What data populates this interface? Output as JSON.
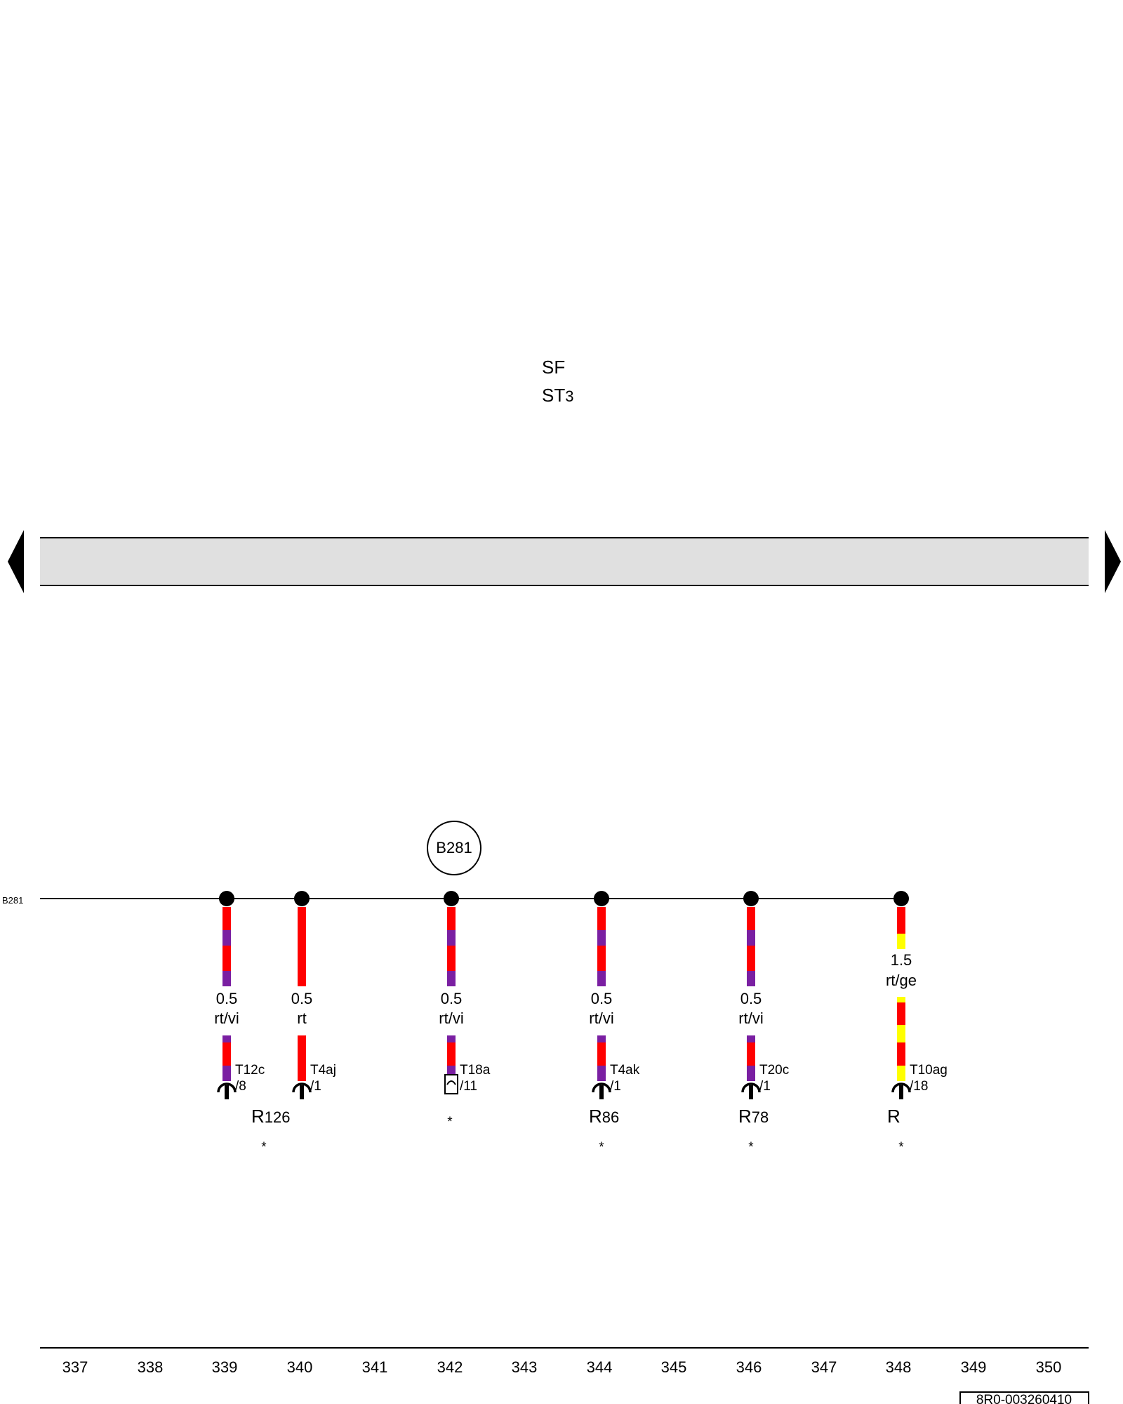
{
  "header": {
    "line1": "SF",
    "line2_main": "ST",
    "line2_sub": "3"
  },
  "bus_label": "B281",
  "bus_node_label": "B281",
  "colors": {
    "red": "#ff0000",
    "violet": "#7a1fa2",
    "yellow": "#ffff00",
    "band": "#e0e0e0",
    "line": "#000000"
  },
  "wires": [
    {
      "gauge": "0.5",
      "color_code": "rt/vi",
      "stripe": "violet",
      "connector": "T12c",
      "pin": "/8",
      "ref_main": "R",
      "ref_sub": "126",
      "marker": "*",
      "terminal": "socket"
    },
    {
      "gauge": "0.5",
      "color_code": "rt",
      "stripe": "none",
      "connector": "T4aj",
      "pin": "/1",
      "ref_main": "",
      "ref_sub": "",
      "marker": "",
      "terminal": "socket"
    },
    {
      "gauge": "0.5",
      "color_code": "rt/vi",
      "stripe": "violet",
      "connector": "T18a",
      "pin": "/11",
      "ref_main": "",
      "ref_sub": "",
      "marker": "*",
      "terminal": "box"
    },
    {
      "gauge": "0.5",
      "color_code": "rt/vi",
      "stripe": "violet",
      "connector": "T4ak",
      "pin": "/1",
      "ref_main": "R",
      "ref_sub": "86",
      "marker": "*",
      "terminal": "socket"
    },
    {
      "gauge": "0.5",
      "color_code": "rt/vi",
      "stripe": "violet",
      "connector": "T20c",
      "pin": "/1",
      "ref_main": "R",
      "ref_sub": "78",
      "marker": "*",
      "terminal": "socket"
    },
    {
      "gauge": "1.5",
      "color_code": "rt/ge",
      "stripe": "yellow",
      "connector": "T10ag",
      "pin": "/18",
      "ref_main": "R",
      "ref_sub": "",
      "marker": "*",
      "terminal": "socket"
    }
  ],
  "columns": [
    "337",
    "338",
    "339",
    "340",
    "341",
    "342",
    "343",
    "344",
    "345",
    "346",
    "347",
    "348",
    "349",
    "350"
  ],
  "footer_id": "8R0-003260410"
}
